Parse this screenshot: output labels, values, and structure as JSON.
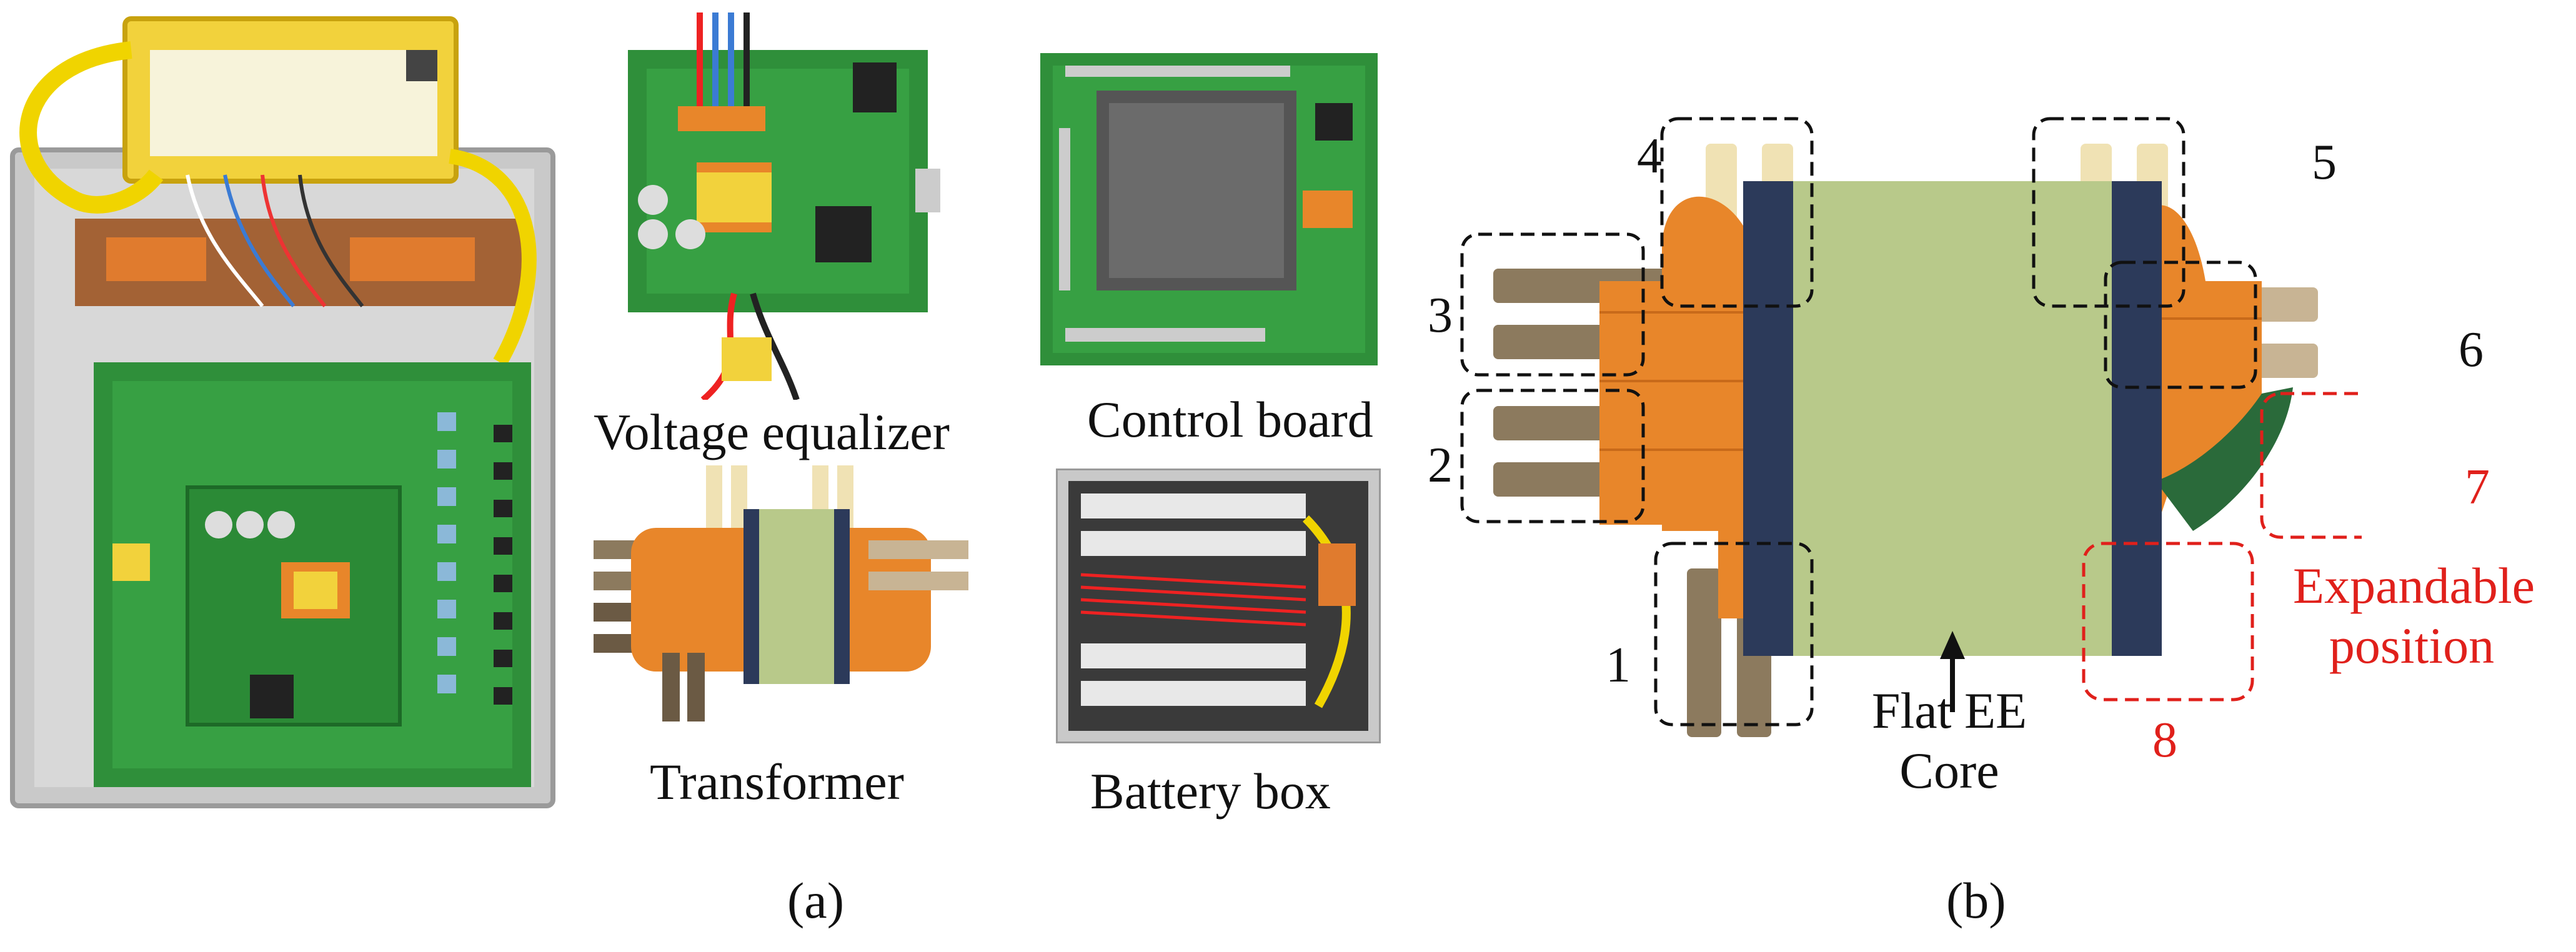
{
  "panel_a": {
    "label": "(a)",
    "captions": {
      "voltage_equalizer": "Voltage equalizer",
      "control_board": "Control board",
      "transformer": "Transformer",
      "battery_box": "Battery box"
    }
  },
  "panel_b": {
    "label": "(b)",
    "winding_numbers": [
      "1",
      "2",
      "3",
      "4",
      "5",
      "6",
      "7",
      "8"
    ],
    "core_label_line1": "Flat EE",
    "core_label_line2": "Core",
    "expandable_line1": "Expandable",
    "expandable_line2": "position"
  },
  "colors": {
    "pcb_green": "#2f8f3a",
    "flex_orange": "#e8862a",
    "core_green": "#b8c98a",
    "tape_navy": "#2c3a5a",
    "expand_red": "#e0201b",
    "housing_gray": "#c9c9c9",
    "module_yellow": "#f2d23c"
  }
}
